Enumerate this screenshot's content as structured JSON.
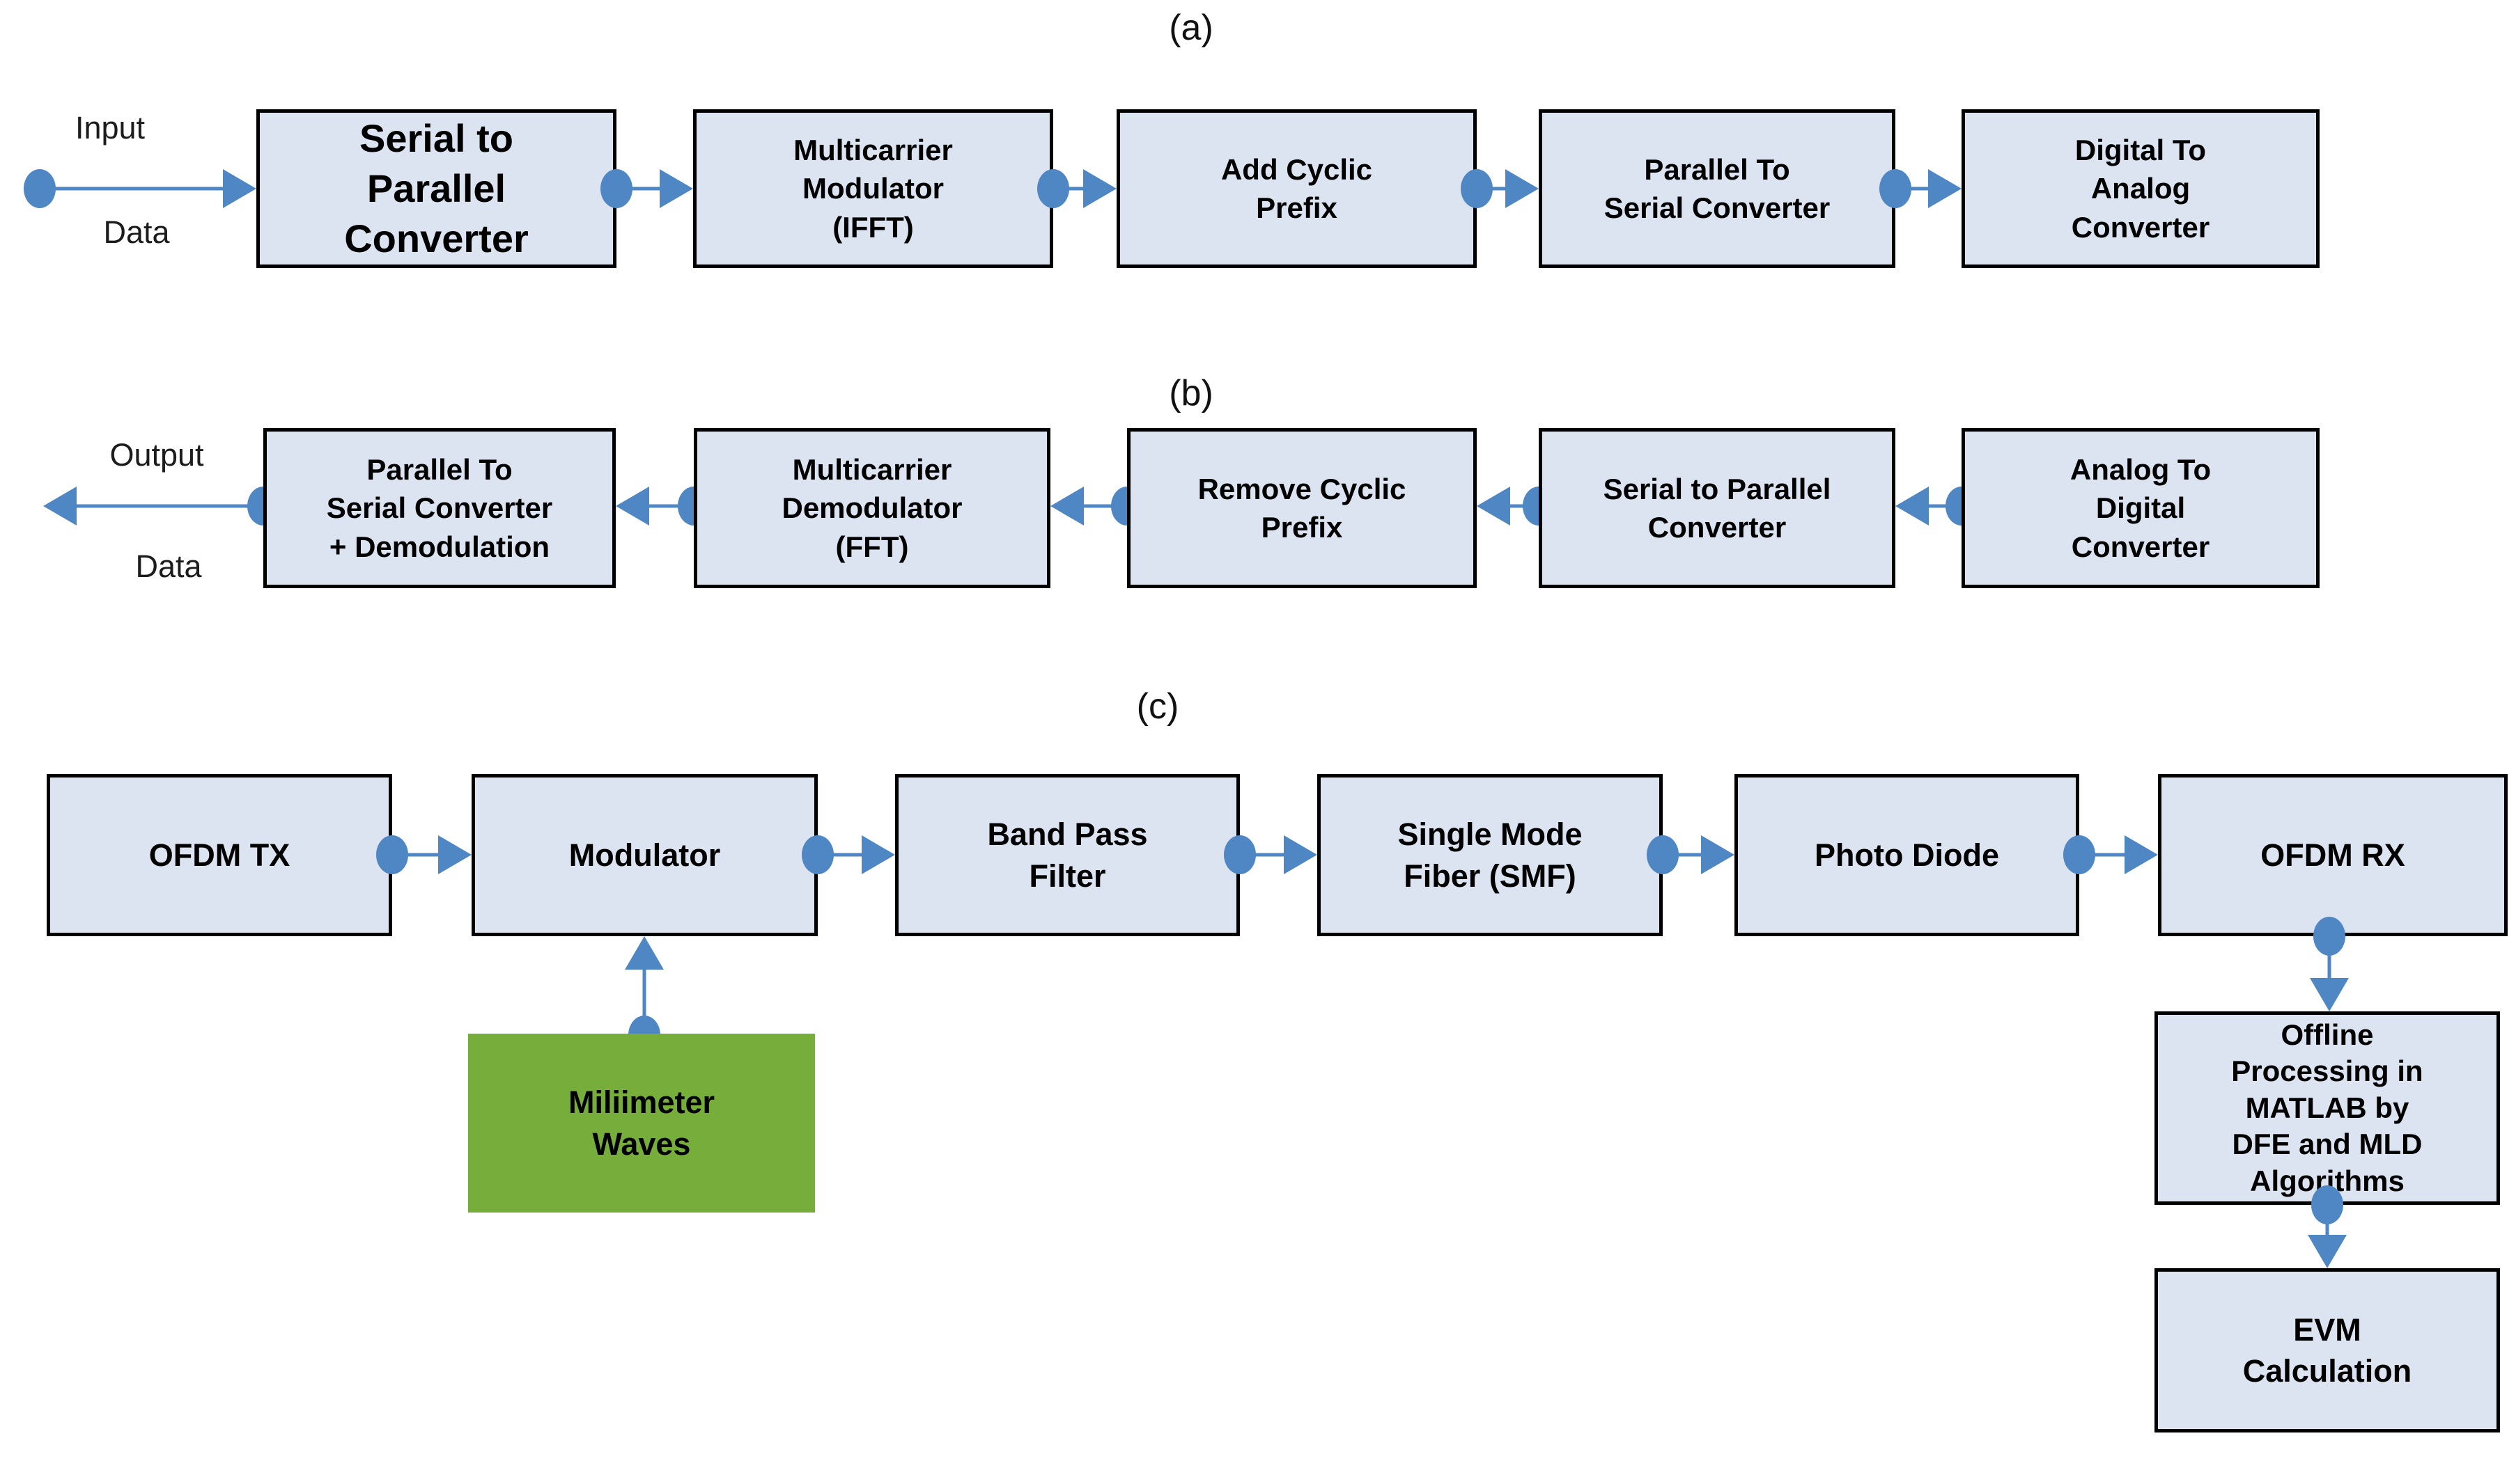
{
  "sections": {
    "a": {
      "label": "(a)",
      "io_top": "Input",
      "io_bottom": "Data",
      "blocks": [
        "Serial to\nParallel\nConverter",
        "Multicarrier\nModulator\n(IFFT)",
        "Add Cyclic\nPrefix",
        "Parallel To\nSerial Converter",
        "Digital To\nAnalog\nConverter"
      ]
    },
    "b": {
      "label": "(b)",
      "io_top": "Output",
      "io_bottom": "Data",
      "blocks": [
        "Parallel To\nSerial Converter\n+ Demodulation",
        "Multicarrier\nDemodulator\n(FFT)",
        "Remove Cyclic\nPrefix",
        "Serial to Parallel\nConverter",
        "Analog To\nDigital\nConverter"
      ]
    },
    "c": {
      "label": "(c)",
      "blocks": [
        "OFDM TX",
        "Modulator",
        "Band Pass\nFilter",
        "Single Mode\nFiber (SMF)",
        "Photo Diode",
        "OFDM RX"
      ],
      "mmwave": "Miliimeter\nWaves",
      "offline": "Offline\nProcessing in\nMATLAB by\nDFE and MLD\nAlgorithms",
      "evm": "EVM\nCalculation"
    }
  },
  "colors": {
    "block_fill": "#dce4f1",
    "block_border": "#000000",
    "arrow": "#4f86c4",
    "mmwave_fill": "#76ad3b"
  }
}
